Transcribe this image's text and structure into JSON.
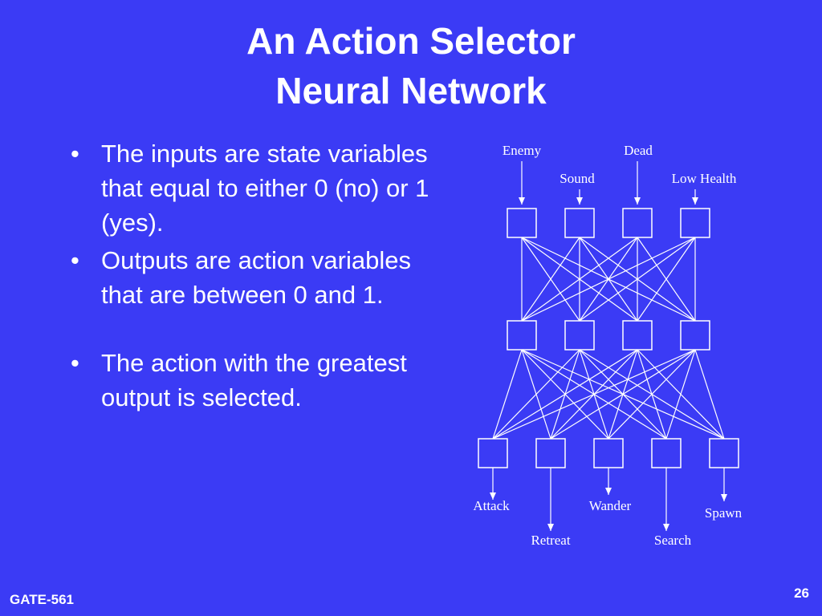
{
  "slide": {
    "title_line1": "An Action Selector",
    "title_line2": "Neural Network",
    "bullets": [
      "The inputs are state variables that equal to either 0 (no) or 1 (yes).",
      "Outputs are action variables that are between 0 and 1.",
      "The action with the greatest output is selected."
    ],
    "footer_left": "GATE-561",
    "page_number": "26"
  },
  "network": {
    "inputs": [
      "Enemy",
      "Sound",
      "Dead",
      "Low Health"
    ],
    "hidden_count": 4,
    "outputs": [
      "Attack",
      "Retreat",
      "Wander",
      "Search",
      "Spawn"
    ],
    "line_color": "#ffffff",
    "background_color": "#3b3bf5"
  }
}
